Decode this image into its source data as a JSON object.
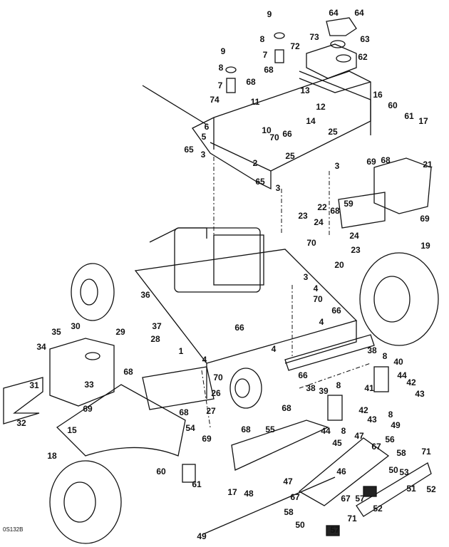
{
  "diagram": {
    "drawing_code": "0S132B",
    "callouts": [
      "64",
      "64",
      "63",
      "9",
      "8",
      "7",
      "72",
      "73",
      "62",
      "9",
      "8",
      "7",
      "68",
      "68",
      "74",
      "11",
      "13",
      "12",
      "16",
      "60",
      "61",
      "17",
      "6",
      "5",
      "10",
      "70",
      "66",
      "14",
      "25",
      "65",
      "3",
      "2",
      "25",
      "3",
      "65",
      "3",
      "69",
      "68",
      "21",
      "22",
      "68",
      "59",
      "23",
      "24",
      "70",
      "24",
      "23",
      "20",
      "69",
      "19",
      "3",
      "4",
      "70",
      "66",
      "4",
      "36",
      "37",
      "30",
      "29",
      "35",
      "28",
      "34",
      "1",
      "66",
      "38",
      "8",
      "40",
      "4",
      "4",
      "70",
      "66",
      "44",
      "42",
      "43",
      "31",
      "33",
      "68",
      "26",
      "39",
      "8",
      "38",
      "41",
      "42",
      "43",
      "8",
      "69",
      "27",
      "68",
      "68",
      "54",
      "69",
      "32",
      "15",
      "44",
      "8",
      "47",
      "49",
      "56",
      "68",
      "55",
      "45",
      "67",
      "58",
      "71",
      "18",
      "60",
      "61",
      "17",
      "46",
      "50",
      "53",
      "51",
      "52",
      "48",
      "47",
      "67",
      "67",
      "57",
      "58",
      "52",
      "50",
      "57",
      "71",
      "49"
    ]
  }
}
